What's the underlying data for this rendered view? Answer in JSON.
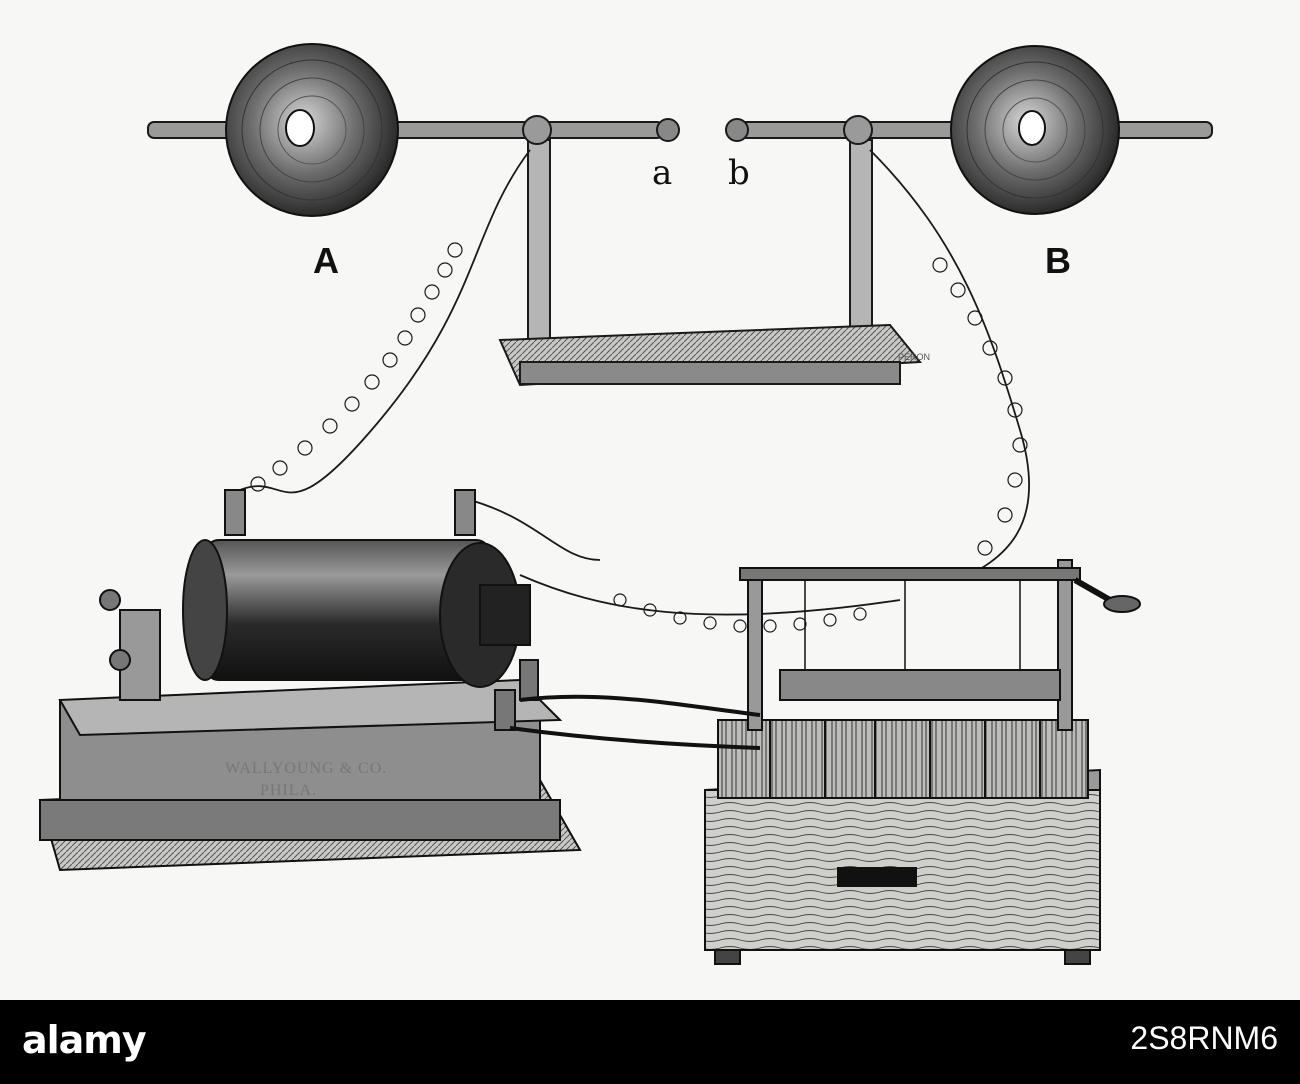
{
  "labels": {
    "small_a": "a",
    "small_b": "b",
    "big_a": "A",
    "big_b": "B",
    "maker_line1": "WALLYOUNG & CO.",
    "maker_line2": "PHILA.",
    "artist_signature": "PERON"
  },
  "watermark": {
    "brand": "alamy",
    "image_code": "2S8RNM6"
  },
  "colors": {
    "ink": "#1a1a1a",
    "paper": "#f7f7f5",
    "footer": "#000000"
  }
}
